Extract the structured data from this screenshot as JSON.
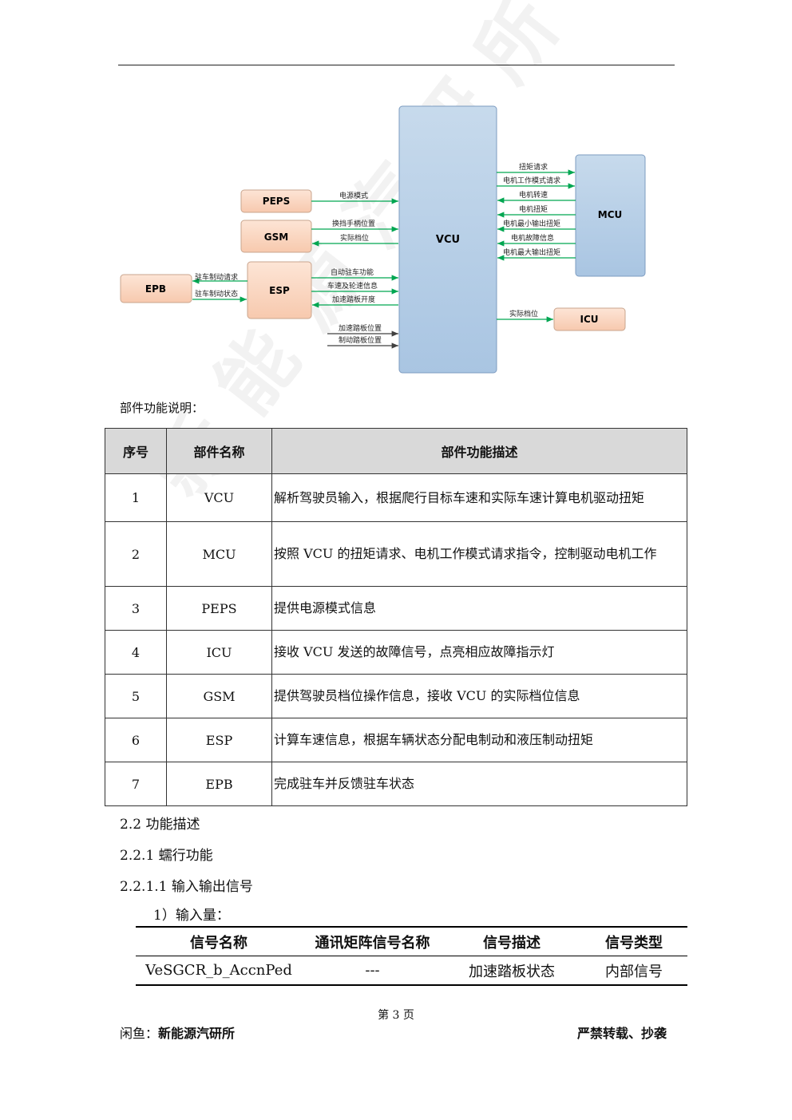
{
  "diagram": {
    "vcu": "VCU",
    "mcu": "MCU",
    "peps": "PEPS",
    "gsm": "GSM",
    "esp": "ESP",
    "epb": "EPB",
    "icu": "ICU",
    "sig_peps_power": "电源模式",
    "sig_gsm_shift": "换挡手柄位置",
    "sig_gsm_gear": "实际档位",
    "sig_esp_autohold": "自动驻车功能",
    "sig_esp_speed": "车速及轮速信息",
    "sig_esp_accel": "加速踏板开度",
    "sig_accel_pos": "加速踏板位置",
    "sig_brake_pos": "制动踏板位置",
    "sig_epb_req": "驻车制动请求",
    "sig_epb_state": "驻车制动状态",
    "sig_mcu_torque_req": "扭矩请求",
    "sig_mcu_mode_req": "电机工作模式请求",
    "sig_mcu_speed": "电机转速",
    "sig_mcu_torque": "电机扭矩",
    "sig_mcu_min_torque": "电机最小输出扭矩",
    "sig_mcu_fault": "电机故障信息",
    "sig_mcu_max_torque": "电机最大输出扭矩",
    "sig_icu_gear": "实际档位",
    "colors": {
      "vcu_fill": "#bcd2e8",
      "box_fill": "#fbd9c6",
      "green_arrow": "#00a651",
      "dark_arrow": "#404040"
    }
  },
  "caption": "部件功能说明：",
  "func_table": {
    "headers": [
      "序号",
      "部件名称",
      "部件功能描述"
    ],
    "rows": [
      {
        "no": "1",
        "name": "VCU",
        "desc": "解析驾驶员输入，根据爬行目标车速和实际车速计算电机驱动扭矩"
      },
      {
        "no": "2",
        "name": "MCU",
        "desc": "按照 VCU 的扭矩请求、电机工作模式请求指令，控制驱动电机工作"
      },
      {
        "no": "3",
        "name": "PEPS",
        "desc": "提供电源模式信息"
      },
      {
        "no": "4",
        "name": "ICU",
        "desc": "接收 VCU 发送的故障信号，点亮相应故障指示灯"
      },
      {
        "no": "5",
        "name": "GSM",
        "desc": "提供驾驶员档位操作信息，接收 VCU 的实际档位信息"
      },
      {
        "no": "6",
        "name": "ESP",
        "desc": "计算车速信息，根据车辆状态分配电制动和液压制动扭矩"
      },
      {
        "no": "7",
        "name": "EPB",
        "desc": "完成驻车并反馈驻车状态"
      }
    ]
  },
  "sections": {
    "s1": "2.2  功能描述",
    "s2": "2.2.1  蠕行功能",
    "s3": "2.2.1.1  输入输出信号",
    "s4": "1）输入量："
  },
  "signal_table": {
    "headers": [
      "信号名称",
      "通讯矩阵信号名称",
      "信号描述",
      "信号类型"
    ],
    "rows": [
      {
        "name": "VeSGCR_b_AccnPed",
        "matrix": "---",
        "desc": "加速踏板状态",
        "type": "内部信号"
      }
    ]
  },
  "footer": {
    "page": "第 3 页",
    "left_prefix": "闲鱼：",
    "left_name": "新能源汽研所",
    "right": "严禁转载、抄袭"
  },
  "watermark": "新能源汽研所"
}
